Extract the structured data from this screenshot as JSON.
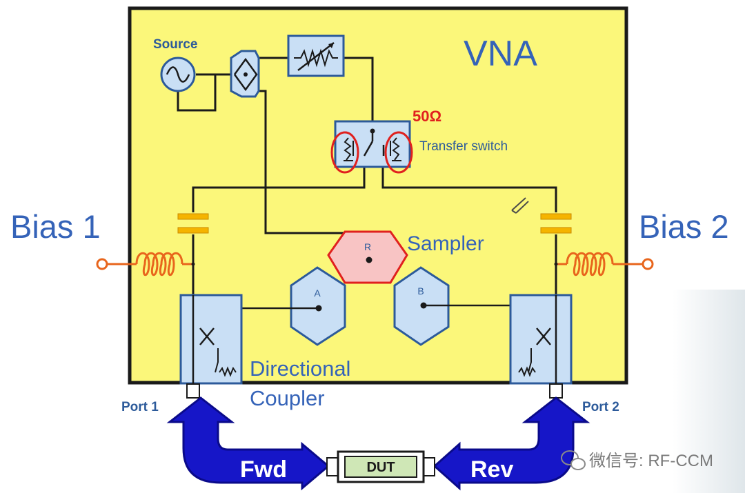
{
  "labels": {
    "source": "Source",
    "vna": "VNA",
    "ohm": "50Ω",
    "transfer_switch": "Transfer switch",
    "bias1": "Bias 1",
    "bias2": "Bias 2",
    "sampler": "Sampler",
    "r": "R",
    "a": "A",
    "b": "B",
    "directional": "Directional",
    "coupler": "Coupler",
    "port1": "Port 1",
    "port2": "Port 2",
    "fwd": "Fwd",
    "rev": "Rev",
    "dut": "DUT",
    "watermark": "微信号: RF-CCM"
  },
  "colors": {
    "panel": "#fbf77a",
    "panel_border": "#1a1a1a",
    "block_fill": "#c9dff5",
    "block_stroke": "#2c5a9a",
    "text_blue": "#3563b8",
    "red": "#e0201e",
    "inductor": "#e8651c",
    "capacitor": "#f5b400",
    "arrow": "#1616c8",
    "arrow_dark": "#0a0a8a",
    "dut_fill": "#cfe7b6",
    "sampler_r": "#f8c4c4"
  },
  "icons": {
    "source": "ac-source-icon",
    "splitter": "power-splitter-icon",
    "attenuator": "variable-attenuator-icon",
    "switch": "transfer-switch-icon",
    "coupler": "directional-coupler-icon",
    "wechat": "wechat-icon"
  }
}
